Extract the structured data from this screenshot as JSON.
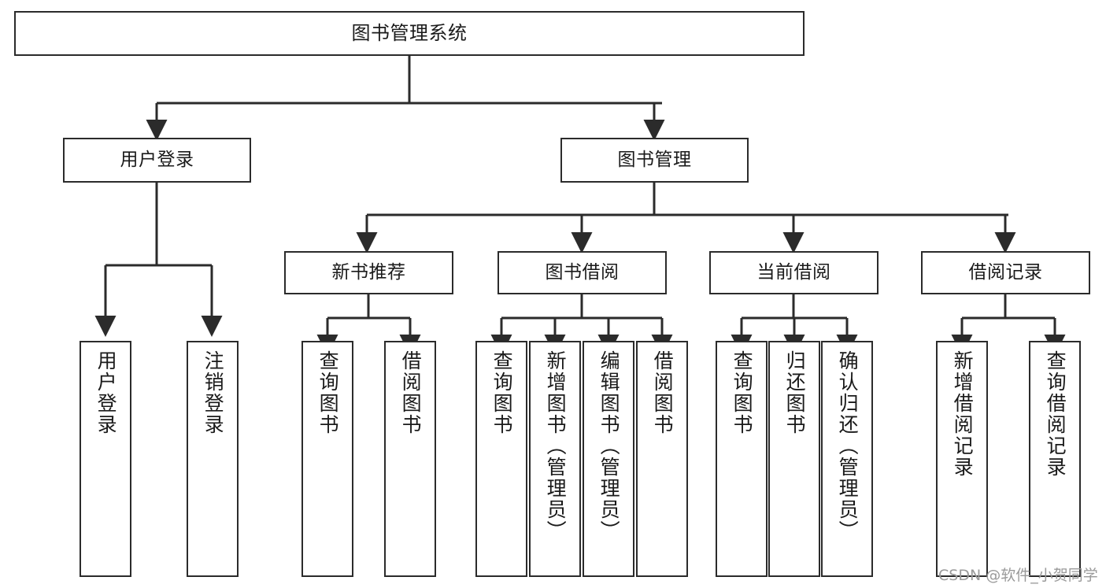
{
  "diagram": {
    "title": "图书管理系统",
    "type": "tree-hierarchy",
    "watermark": "CSDN @软件_小贺同学",
    "colors": {
      "background": "#ffffff",
      "box_border": "#2b2b2b",
      "box_fill": "#ffffff",
      "text": "#1a1a1a",
      "connector": "#2b2b2b",
      "watermark": "#9a9a9a"
    },
    "nodes": {
      "root": {
        "label": "图书管理系统"
      },
      "level2": [
        {
          "id": "user-login",
          "label": "用户登录"
        },
        {
          "id": "book-manage",
          "label": "图书管理"
        }
      ],
      "level3": [
        {
          "id": "new-book-recommend",
          "label": "新书推荐"
        },
        {
          "id": "book-borrow",
          "label": "图书借阅"
        },
        {
          "id": "current-borrow",
          "label": "当前借阅"
        },
        {
          "id": "borrow-record",
          "label": "借阅记录"
        }
      ],
      "leaves": {
        "user_login": [
          {
            "id": "leaf-user-login",
            "label": "用户登录"
          },
          {
            "id": "leaf-logout-login",
            "label": "注销登录"
          }
        ],
        "new_book_recommend": [
          {
            "id": "leaf-query-book-1",
            "label": "查询图书"
          },
          {
            "id": "leaf-borrow-book-1",
            "label": "借阅图书"
          }
        ],
        "book_borrow": [
          {
            "id": "leaf-query-book-2",
            "label": "查询图书"
          },
          {
            "id": "leaf-add-book",
            "label": "新增图书（管理员）"
          },
          {
            "id": "leaf-edit-book",
            "label": "编辑图书（管理员）"
          },
          {
            "id": "leaf-borrow-book-2",
            "label": "借阅图书"
          }
        ],
        "current_borrow": [
          {
            "id": "leaf-query-book-3",
            "label": "查询图书"
          },
          {
            "id": "leaf-return-book",
            "label": "归还图书"
          },
          {
            "id": "leaf-confirm-return",
            "label": "确认归还（管理员）"
          }
        ],
        "borrow_record": [
          {
            "id": "leaf-add-record",
            "label": "新增借阅记录"
          },
          {
            "id": "leaf-query-record",
            "label": "查询借阅记录"
          }
        ]
      }
    }
  }
}
